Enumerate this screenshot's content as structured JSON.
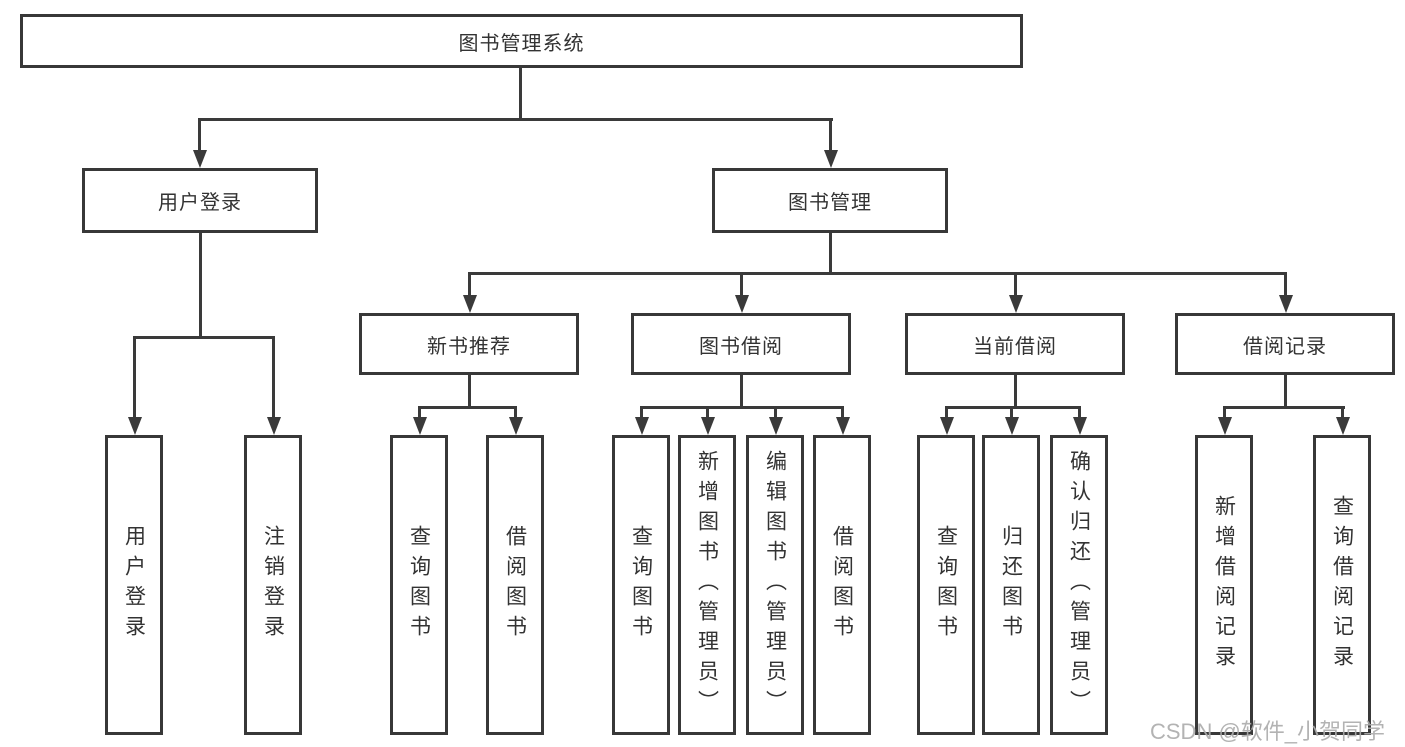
{
  "nodes": {
    "root": {
      "label": "图书管理系统",
      "children": [
        "user_login",
        "book_mgmt"
      ]
    },
    "user_login": {
      "label": "用户登录",
      "children": [
        "user_login_op",
        "logout_op"
      ]
    },
    "book_mgmt": {
      "label": "图书管理",
      "children": [
        "new_book_rec",
        "book_borrow",
        "current_borrow",
        "borrow_record"
      ]
    },
    "new_book_rec": {
      "label": "新书推荐",
      "children": [
        "nbr_query_book",
        "nbr_borrow_book"
      ]
    },
    "book_borrow": {
      "label": "图书借阅",
      "children": [
        "bb_query_book",
        "bb_add_book",
        "bb_edit_book",
        "bb_borrow_book"
      ]
    },
    "current_borrow": {
      "label": "当前借阅",
      "children": [
        "cb_query_book",
        "cb_return_book",
        "cb_confirm_return"
      ]
    },
    "borrow_record": {
      "label": "借阅记录",
      "children": [
        "br_add_record",
        "br_query_record"
      ]
    },
    "user_login_op": {
      "label": "用户登录"
    },
    "logout_op": {
      "label": "注销登录"
    },
    "nbr_query_book": {
      "label": "查询图书"
    },
    "nbr_borrow_book": {
      "label": "借阅图书"
    },
    "bb_query_book": {
      "label": "查询图书"
    },
    "bb_add_book": {
      "label": "新增图书（管理员）"
    },
    "bb_edit_book": {
      "label": "编辑图书（管理员）"
    },
    "bb_borrow_book": {
      "label": "借阅图书"
    },
    "cb_query_book": {
      "label": "查询图书"
    },
    "cb_return_book": {
      "label": "归还图书"
    },
    "cb_confirm_return": {
      "label": "确认归还（管理员）"
    },
    "br_add_record": {
      "label": "新增借阅记录"
    },
    "br_query_record": {
      "label": "查询借阅记录"
    }
  },
  "watermark": {
    "text": "CSDN @软件_小贺同学"
  },
  "colors": {
    "line": "#3a3a3a",
    "node_border": "#383838",
    "text": "#333333",
    "background": "#ffffff",
    "watermark": "#acacac"
  }
}
